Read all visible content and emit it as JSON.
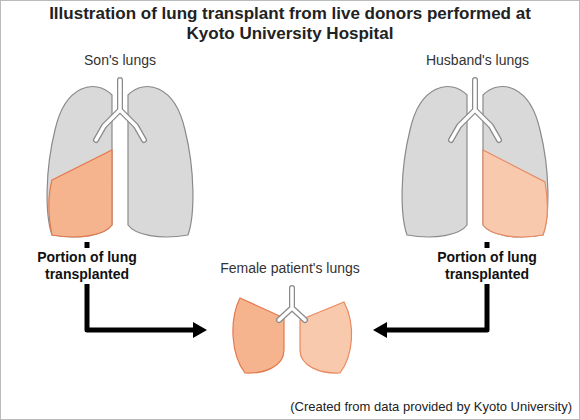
{
  "diagram": {
    "title": "Illustration of lung transplant from live donors performed at Kyoto University Hospital",
    "caption": "(Created from data provided by Kyoto University)",
    "nodes": [
      {
        "text": [
          "Son's lungs"
        ]
      },
      {
        "text": [
          "Husband's lungs"
        ]
      },
      {
        "text": [
          "Female patient's lungs"
        ]
      }
    ],
    "edges": [
      {
        "from": 0,
        "to": 2,
        "arrow": "to",
        "label": "Portion of lung transplanted"
      },
      {
        "from": 1,
        "to": 2,
        "arrow": "to",
        "label": "Portion of lung transplanted"
      }
    ]
  }
}
